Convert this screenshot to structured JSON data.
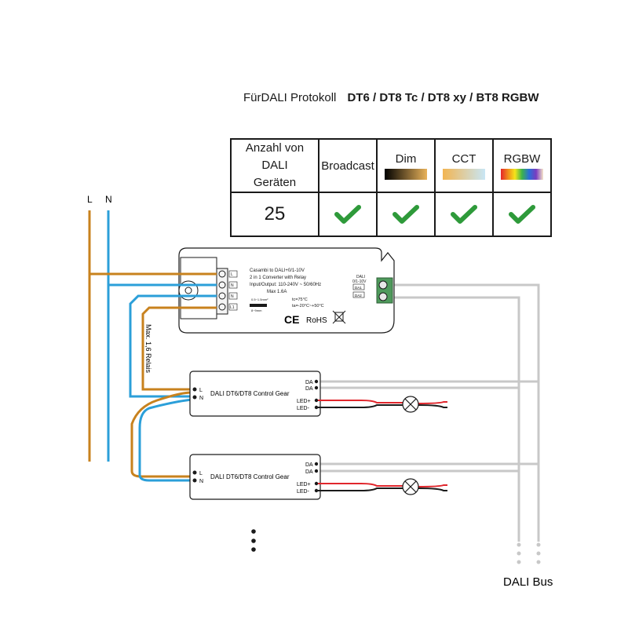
{
  "header": {
    "protocol_lead": "FürDALI Protokoll",
    "protocol_types": "DT6 / DT8 Tc / DT8 xy / BT8 RGBW"
  },
  "table": {
    "columns": [
      "Anzahl von DALI Geräten",
      "Broadcast",
      "Dim",
      "CCT",
      "RGBW"
    ],
    "count_value": "25",
    "checks": [
      "Broadcast",
      "Dim",
      "CCT",
      "RGBW"
    ]
  },
  "mains": {
    "L": "L",
    "N": "N"
  },
  "converter": {
    "line1": "Casambi to DALI+0/1-10V",
    "line2": "2 in 1 Converter with Relay",
    "line3": "Input/Output: 110-240V ~ 50/60Hz",
    "line4": "Max 1.6A",
    "terminals": [
      "L",
      "N",
      "N",
      "L1"
    ],
    "tc": "tc=75°C",
    "ta": "ta=-20°C~+50°C",
    "wire_spec": "0.5~1.5mm²",
    "strip": "8~9mm",
    "dali_label_1": "DALI",
    "dali_label_2": "0/1-10V",
    "dali_term_1": "DA1",
    "dali_term_2": "DA2",
    "ce": "CE",
    "rohs": "RoHS"
  },
  "relay_note": "Max. 1,6 Relais",
  "control_gear": [
    {
      "name": "DALI DT6/DT8 Control Gear",
      "l": "L",
      "n": "N",
      "da1": "DA",
      "da2": "DA",
      "led_plus": "LED+",
      "led_minus": "LED-"
    },
    {
      "name": "DALI DT6/DT8 Control Gear",
      "l": "L",
      "n": "N",
      "da1": "DA",
      "da2": "DA",
      "led_plus": "LED+",
      "led_minus": "LED-"
    }
  ],
  "bus_label": "DALI Bus",
  "colors": {
    "live": "#c8821e",
    "neutral": "#2b9fd9",
    "bus": "#c8c8c8",
    "led_plus": "#e0262c",
    "led_minus": "#1a1a1a",
    "check": "#2e9a3a",
    "terminal_green": "#4f9a5c"
  }
}
